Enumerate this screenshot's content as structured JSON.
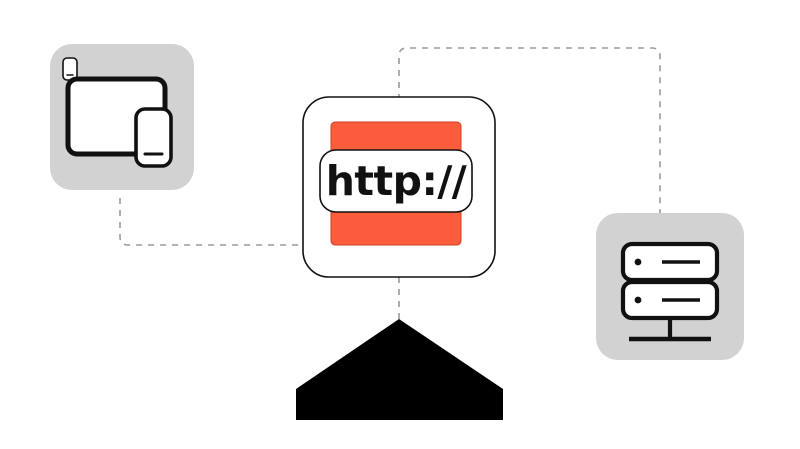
{
  "diagram": {
    "title": "HTTP client-server communication diagram",
    "background_color": "#ffffff",
    "accent_color": "#fa5c3c",
    "tile_color": "#d2d2d2",
    "stroke_color": "#111111",
    "connector_color": "#9a9a9a"
  },
  "nodes": {
    "clients": {
      "label": "clients-devices",
      "icon": "devices-icon",
      "tile_color": "#d2d2d2",
      "parts": [
        "phone-small-outline",
        "monitor-tablet",
        "phone-front"
      ]
    },
    "request": {
      "label": "http-request-card",
      "icon": "http-card-icon",
      "url_text": "http://",
      "band_color": "#fa5c3c",
      "card_color": "#ffffff"
    },
    "server": {
      "label": "server-rack",
      "icon": "server-icon",
      "tile_color": "#d2d2d2",
      "rack_units": 2
    },
    "shield": {
      "label": "black-pentagon-shape",
      "icon": "pentagon-shape",
      "fill": "#000000"
    }
  },
  "connectors": [
    {
      "name": "clients-to-card",
      "style": "dashed",
      "color": "#9a9a9a"
    },
    {
      "name": "card-to-server",
      "style": "dashed",
      "color": "#9a9a9a"
    },
    {
      "name": "card-to-pentagon",
      "style": "dashed",
      "color": "#9a9a9a"
    }
  ]
}
